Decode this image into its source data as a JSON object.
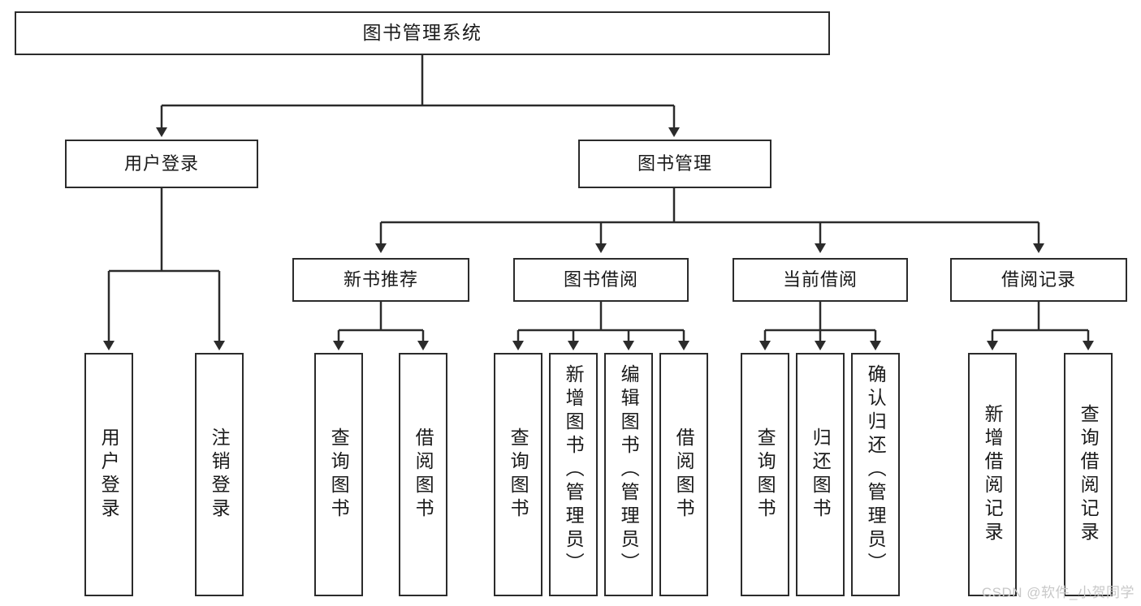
{
  "diagram": {
    "title": "图书管理系统",
    "type": "tree",
    "colors": {
      "stroke": "#2b2b2b",
      "fill": "#ffffff",
      "text": "#1a1a1a",
      "watermark": "#c8c8c8"
    },
    "nodes": {
      "root": {
        "label": "图书管理系统"
      },
      "level2": [
        {
          "label": "用户登录"
        },
        {
          "label": "图书管理"
        }
      ],
      "level3": [
        {
          "label": "新书推荐"
        },
        {
          "label": "图书借阅"
        },
        {
          "label": "当前借阅"
        },
        {
          "label": "借阅记录"
        }
      ],
      "leaves_user_login": [
        {
          "label": "用户登录"
        },
        {
          "label": "注销登录"
        }
      ],
      "leaves_new_book": [
        {
          "label": "查询图书"
        },
        {
          "label": "借阅图书"
        }
      ],
      "leaves_borrow": [
        {
          "label": "查询图书"
        },
        {
          "label": "新增图书（管理员）"
        },
        {
          "label": "编辑图书（管理员）"
        },
        {
          "label": "借阅图书"
        }
      ],
      "leaves_current": [
        {
          "label": "查询图书"
        },
        {
          "label": "归还图书"
        },
        {
          "label": "确认归还（管理员）"
        }
      ],
      "leaves_records": [
        {
          "label": "新增借阅记录"
        },
        {
          "label": "查询借阅记录"
        }
      ]
    },
    "watermark": "CSDN @软件_小贺同学"
  }
}
